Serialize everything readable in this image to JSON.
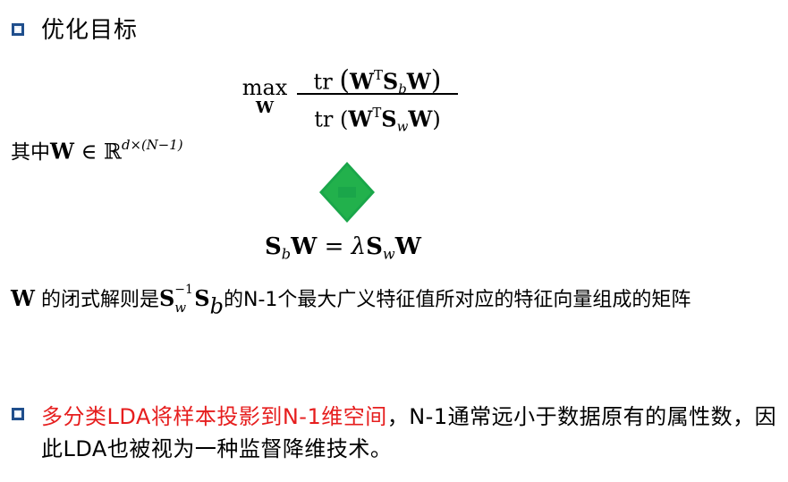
{
  "heading1": "优化目标",
  "formula_max": {
    "op": "max",
    "var": "W",
    "num_prefix": "tr",
    "num_lp": "(",
    "num_w1": "W",
    "num_t": "T",
    "num_s": "S",
    "num_s_sub": "b",
    "num_w2": "W",
    "num_rp": ")",
    "den_prefix": "tr",
    "den_lp": "(",
    "den_w1": "W",
    "den_t": "T",
    "den_s": "S",
    "den_s_sub": "w",
    "den_w2": "W",
    "den_rp": ")"
  },
  "where": {
    "prefix": "其中",
    "var": "W",
    "in": "∈",
    "field": "ℝ",
    "dims": "d×(N−1)"
  },
  "equation": {
    "s1": "S",
    "s1_sub": "b",
    "w1": "W",
    "equals": "=",
    "lambda": "λ",
    "s2": "S",
    "s2_sub": "w",
    "w2": "W"
  },
  "paragraph": {
    "var": "W",
    "text1": " 的闭式解则是",
    "sw": "S",
    "sw_sub": "w",
    "sw_sup": "−1",
    "sb": "S",
    "sb_sub": "b",
    "text2": "的N-1个最大广义特征值所对应的特征向量组成的矩阵"
  },
  "bottom": {
    "red": "多分类LDA将样本投影到N-1维空间",
    "black": "，N-1通常远小于数据原有的属性数，因此LDA也被视为一种监督降维技术。"
  },
  "colors": {
    "bullet": "#1f4e8c",
    "arrow": "#1aa64a",
    "highlight": "#e61e1e"
  }
}
